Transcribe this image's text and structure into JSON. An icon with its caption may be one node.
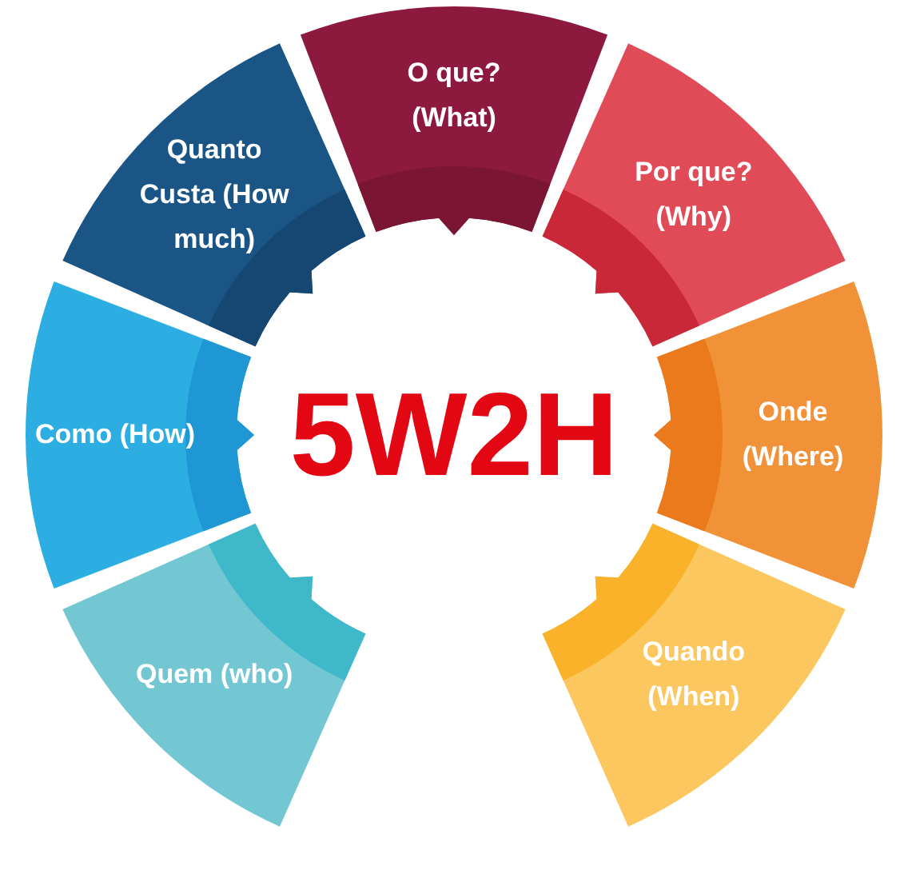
{
  "diagram": {
    "nodes": [
      {
        "text": [
          "5W2H"
        ]
      },
      {
        "text": [
          "O que? (What)"
        ]
      },
      {
        "text": [
          "Por que? (Why)"
        ]
      },
      {
        "text": [
          "Onde (Where)"
        ]
      },
      {
        "text": [
          "Quando (When)"
        ]
      },
      {
        "text": [
          "Quem (who)"
        ]
      },
      {
        "text": [
          "Como (How)"
        ]
      },
      {
        "text": [
          "Quanto Custa (How much)"
        ]
      }
    ]
  }
}
